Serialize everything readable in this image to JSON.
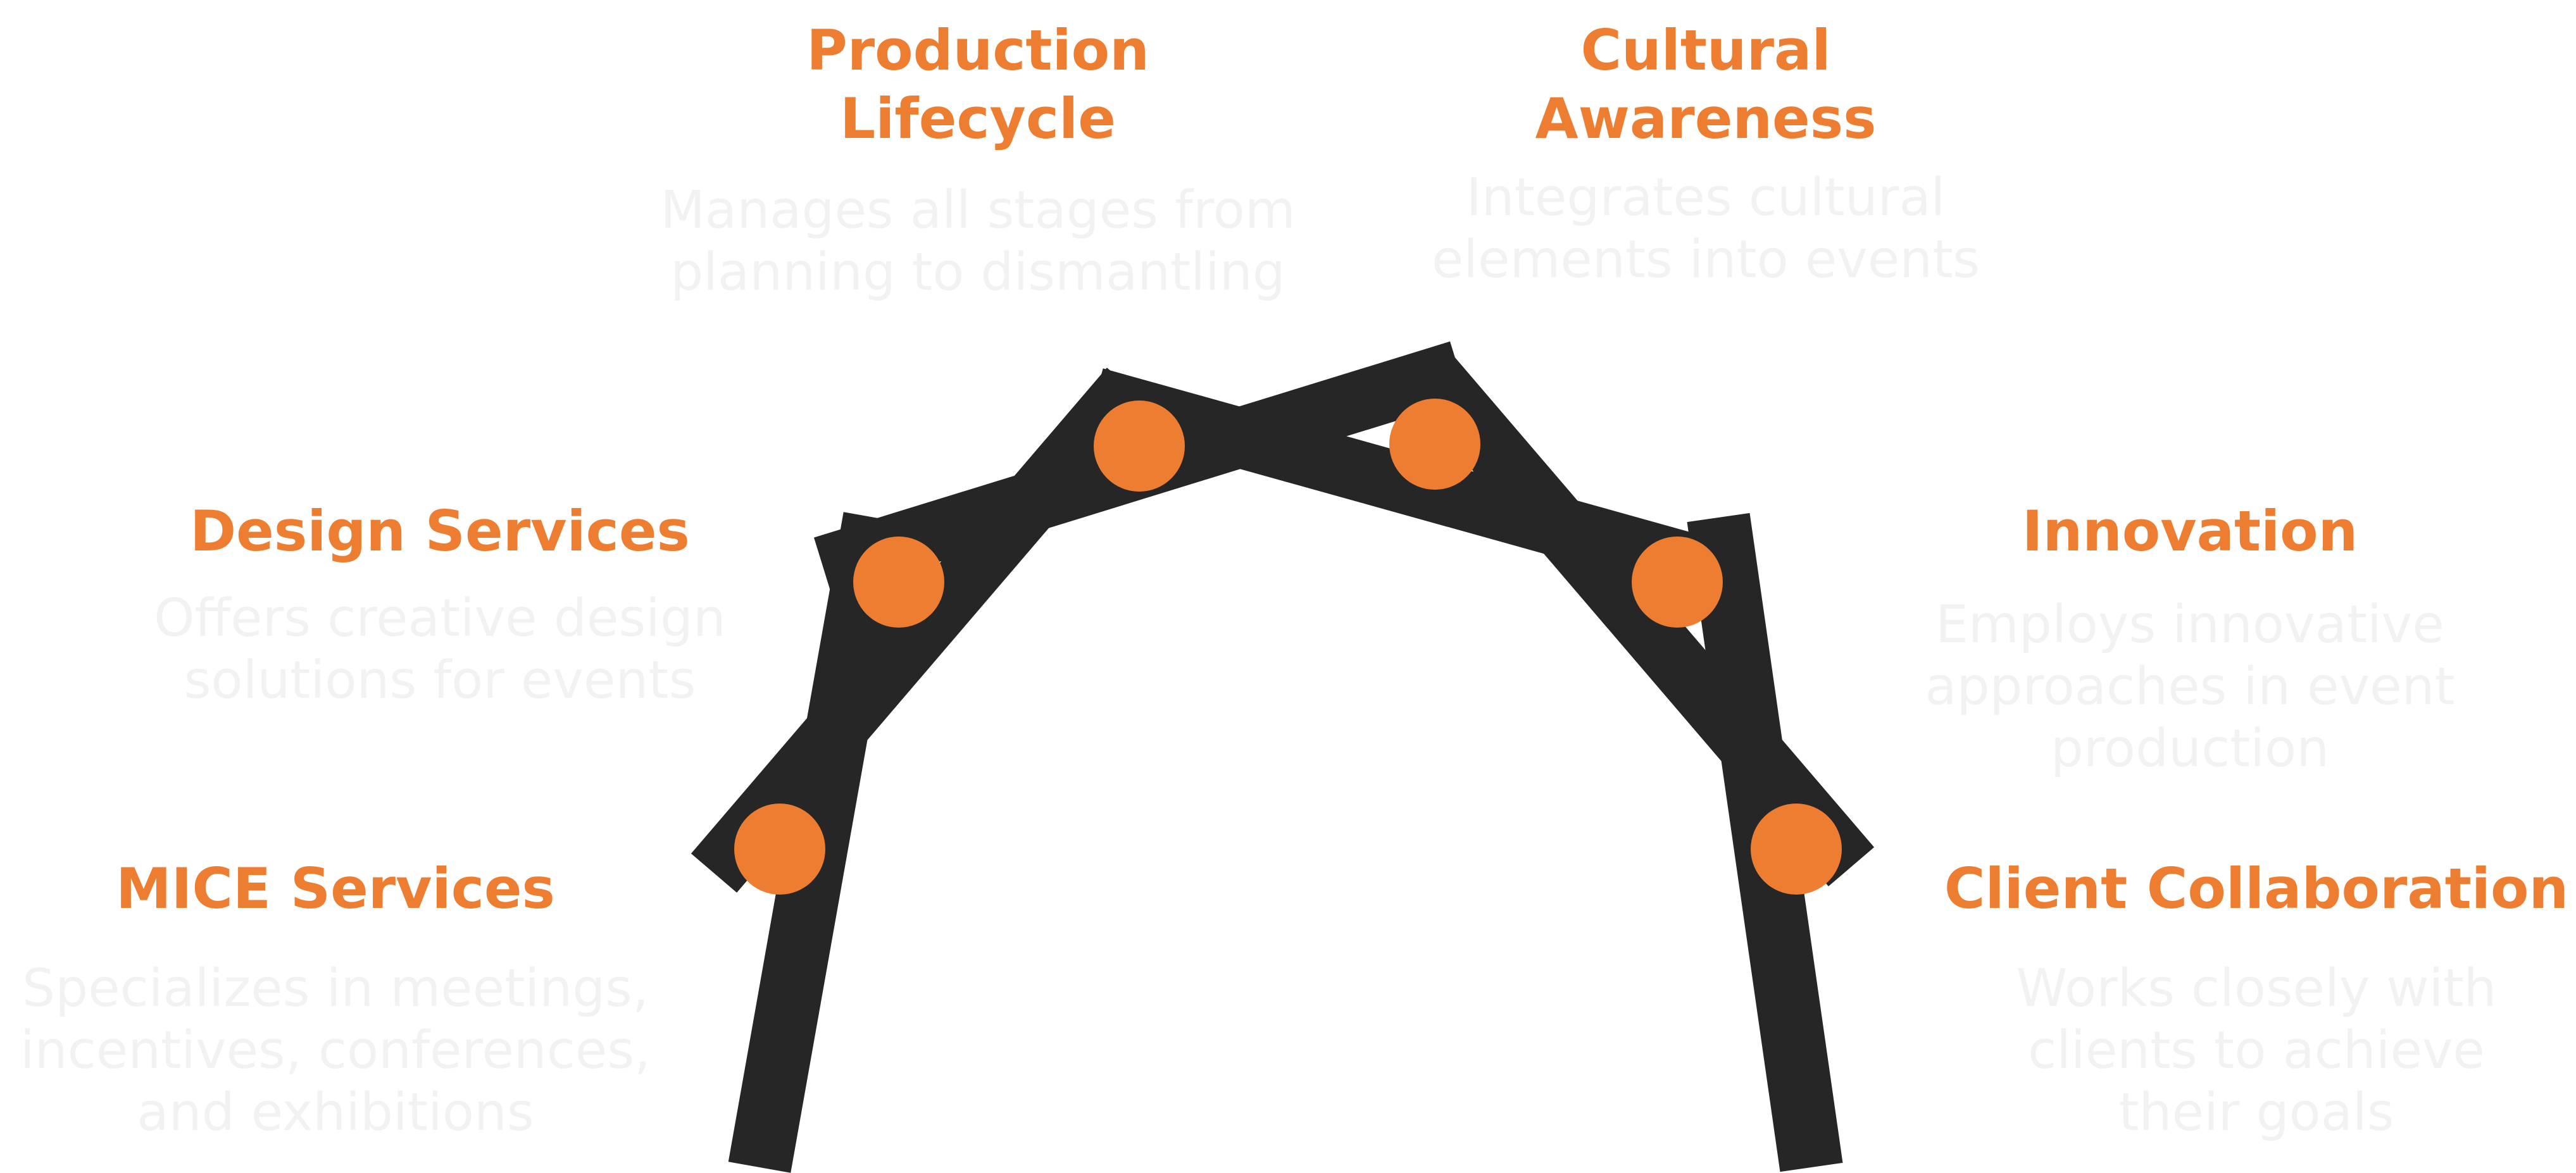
{
  "colors": {
    "accent": "#ED7D31",
    "beam": "#262626",
    "description_text": "#F2F2F2",
    "background": "#FFFFFF"
  },
  "items": [
    {
      "id": "mice-services",
      "title": [
        "MICE Services"
      ],
      "description": [
        "Specializes in meetings,",
        "incentives, conferences,",
        "and exhibitions"
      ]
    },
    {
      "id": "design-services",
      "title": [
        "Design Services"
      ],
      "description": [
        "Offers creative design",
        "solutions for events"
      ]
    },
    {
      "id": "production-lifecycle",
      "title": [
        "Production",
        "Lifecycle"
      ],
      "description": [
        "Manages all stages from",
        "planning to dismantling"
      ]
    },
    {
      "id": "cultural-awareness",
      "title": [
        "Cultural",
        "Awareness"
      ],
      "description": [
        "Integrates cultural",
        "elements into events"
      ]
    },
    {
      "id": "innovation",
      "title": [
        "Innovation"
      ],
      "description": [
        "Employs innovative",
        "approaches in event",
        "production"
      ]
    },
    {
      "id": "client-collaboration",
      "title": [
        "Client Collaboration"
      ],
      "description": [
        "Works closely with",
        "clients to achieve",
        "their goals"
      ]
    }
  ]
}
